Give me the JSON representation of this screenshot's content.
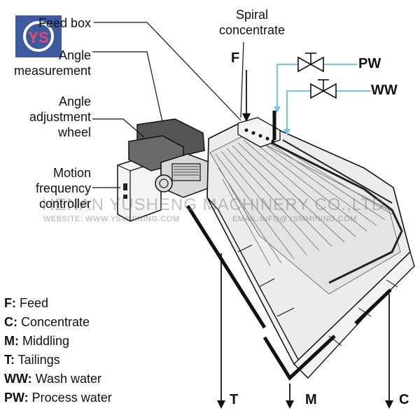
{
  "labels": {
    "feed_box": "Feed box",
    "angle_measurement": [
      "Angle",
      "measurement"
    ],
    "angle_adjustment_wheel": [
      "Angle",
      "adjustment",
      "wheel"
    ],
    "motion_frequency_controller": [
      "Motion",
      "frequency",
      "controller"
    ],
    "spiral_concentrate": [
      "Spiral",
      "concentrate"
    ]
  },
  "flows": {
    "feed": "F",
    "process_water": "PW",
    "wash_water": "WW",
    "tailings": "T",
    "middling": "M",
    "concentrate": "C"
  },
  "legend": [
    {
      "key": "F:",
      "text": " Feed"
    },
    {
      "key": "C:",
      "text": " Concentrate"
    },
    {
      "key": "M:",
      "text": " Middling"
    },
    {
      "key": "T:",
      "text": " Tailings"
    },
    {
      "key": "WW:",
      "text": " Wash water"
    },
    {
      "key": "PW:",
      "text": " Process water"
    }
  ],
  "watermark": {
    "company": "HENAN YUSHENG MACHINERY CO.,LTD",
    "website": "WEBSITE: WWW.YSMMINING.COM",
    "email": "EMAIL:INFO@YSMMINING.COM"
  },
  "logo": {
    "text": "YS",
    "color": "#3d5a9e"
  },
  "colors": {
    "water_line": "#7fc4e8",
    "machine_outline": "#111111",
    "machine_fill": "#ececec"
  }
}
